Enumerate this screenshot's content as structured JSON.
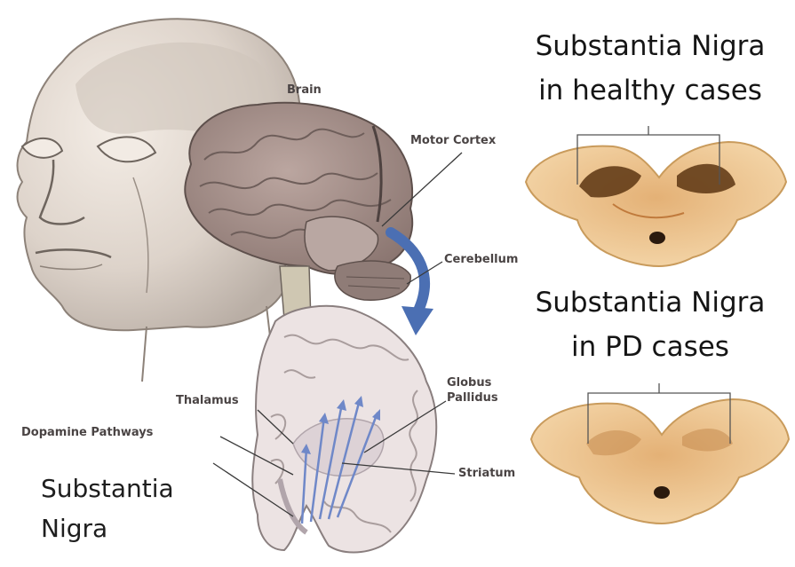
{
  "labels": {
    "brain": "Brain",
    "motor_cortex": "Motor Cortex",
    "cerebellum": "Cerebellum",
    "thalamus": "Thalamus",
    "dopamine_pathways": "Dopamine Pathways",
    "globus": "Globus",
    "pallidus": "Pallidus",
    "striatum": "Striatum"
  },
  "caption_left": [
    "Substantia",
    "Nigra"
  ],
  "panel_healthy": {
    "line1": "Substantia Nigra",
    "line2": "in healthy cases"
  },
  "panel_pd": {
    "line1": "Substantia Nigra",
    "line2": "in PD cases"
  },
  "colors": {
    "skin_light": "#efe6dc",
    "skin_dark": "#b8aea4",
    "brain": "#a8928c",
    "brain_dark": "#6e5e5a",
    "section": "#ece3e3",
    "arrow": "#4b6fb3",
    "pathway": "#6f88c8",
    "slice": "#f0c892",
    "slice_edge": "#b58448",
    "nigra_healthy": "#5c3512"
  }
}
